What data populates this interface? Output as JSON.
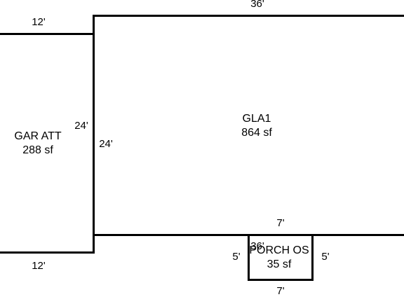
{
  "areas": {
    "gar_att": {
      "name": "GAR ATT",
      "area": "288 sf"
    },
    "gla1": {
      "name": "GLA1",
      "area": "864 sf"
    },
    "porch": {
      "name": "PORCH OS",
      "area": "35 sf"
    }
  },
  "dimensions": {
    "gla1_top": "36'",
    "gla1_bottom": "36'",
    "gla1_left": "24'",
    "gar_top": "12'",
    "gar_bottom": "12'",
    "gar_right": "24'",
    "porch_top": "7'",
    "porch_bottom": "7'",
    "porch_left": "5'",
    "porch_right": "5'"
  }
}
